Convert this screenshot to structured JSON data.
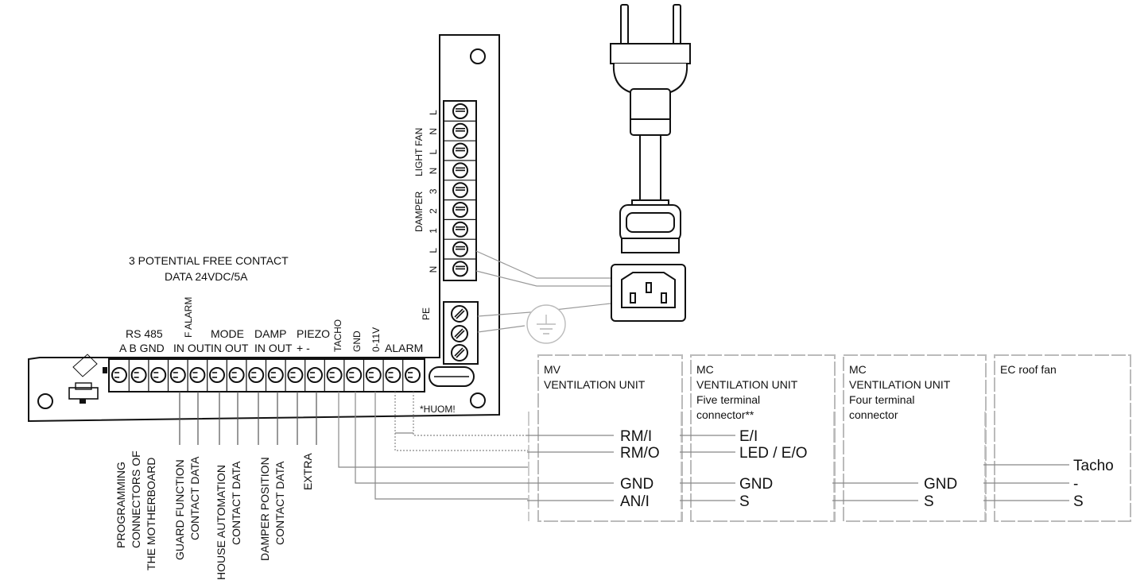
{
  "board": {
    "vertical_terminals": [
      {
        "group": "FAN",
        "pins": [
          "L",
          "N"
        ]
      },
      {
        "group": "LIGHT",
        "pins": [
          "L",
          "N"
        ]
      },
      {
        "group": "DAMPER",
        "pins": [
          "3",
          "2",
          "1"
        ]
      },
      {
        "group": "",
        "pins": [
          "L",
          "N"
        ]
      }
    ],
    "pe_label": "PE",
    "huom_label": "*HUOM!",
    "contact_note_line1": "3 POTENTIAL  FREE CONTACT",
    "contact_note_line2": "DATA 24VDC/5A",
    "group_labels": {
      "rs485": "RS 485",
      "f_alarm": "F ALARM",
      "mode": "MODE",
      "damp": "DAMP",
      "piezo": "PIEZO",
      "tacho": "TACHO",
      "gnd": "GND",
      "v011": "0-11V",
      "alarm": "ALARM"
    },
    "pin_labels": {
      "rs485": "A  B GND",
      "f_alarm": "IN OUT",
      "mode": "IN OUT",
      "damp": "IN OUT",
      "piezo": "+   -"
    },
    "bottom_labels": [
      [
        "PROGRAMMING",
        "CONNECTORS OF",
        "THE MOTHERBOARD"
      ],
      [
        "GUARD FUNCTION",
        "CONTACT DATA"
      ],
      [
        "HOUSE AUTOMATION",
        "CONTACT DATA"
      ],
      [
        "DAMPER POSITION",
        "CONTACT DATA"
      ],
      [
        "EXTRA"
      ]
    ]
  },
  "units": [
    {
      "title": [
        "MV",
        "VENTILATION UNIT"
      ],
      "subtitle": [],
      "terminals": [
        "RM/I",
        "RM/O",
        "GND",
        "AN/I"
      ]
    },
    {
      "title": [
        "MC",
        "VENTILATION UNIT"
      ],
      "subtitle": [
        "Five terminal",
        "connector**"
      ],
      "terminals": [
        "E/I",
        "LED / E/O",
        "GND",
        "S"
      ]
    },
    {
      "title": [
        "MC",
        "VENTILATION UNIT"
      ],
      "subtitle": [
        "Four terminal",
        "connector"
      ],
      "terminals": [
        "GND",
        "S"
      ]
    },
    {
      "title": [
        "EC roof fan"
      ],
      "subtitle": [],
      "terminals": [
        "Tacho",
        "-",
        "S"
      ]
    }
  ]
}
